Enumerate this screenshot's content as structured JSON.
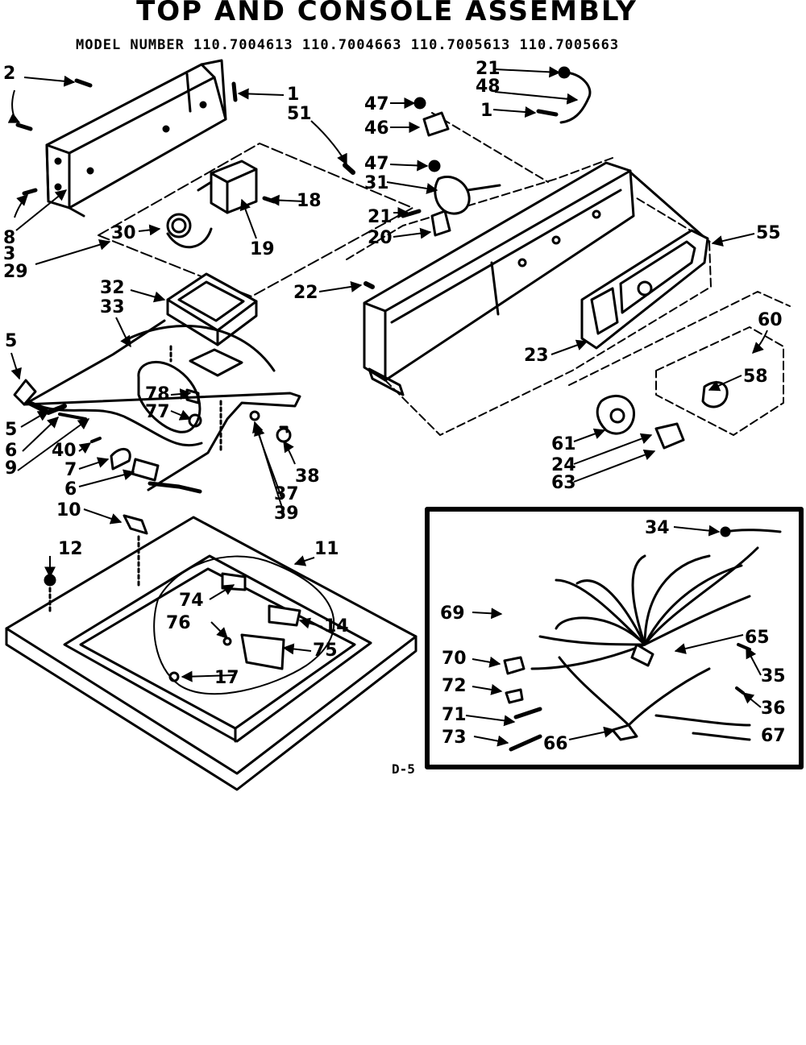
{
  "header": {
    "title": "TOP AND CONSOLE ASSEMBLY",
    "models": "MODEL NUMBER 110.7004613 110.7004663 110.7005613 110.7005663"
  },
  "page_ref": "D-5",
  "callouts": {
    "c1a": "1",
    "c2": "2",
    "c51": "51",
    "c18": "18",
    "c19": "19",
    "c30": "30",
    "c8": "8",
    "c3": "3",
    "c29": "29",
    "c32": "32",
    "c33": "33",
    "c5a": "5",
    "c5b": "5",
    "c6a": "6",
    "c9": "9",
    "c40": "40",
    "c7": "7",
    "c6b": "6",
    "c10": "10",
    "c78": "78",
    "c77": "77",
    "c38": "38",
    "c37": "37",
    "c39": "39",
    "c12": "12",
    "c11": "11",
    "c74": "74",
    "c76": "76",
    "c14": "14",
    "c75": "75",
    "c17": "17",
    "c21a": "21",
    "c48": "48",
    "c1b": "1",
    "c47a": "47",
    "c46": "46",
    "c47b": "47",
    "c31": "31",
    "c21b": "21",
    "c20": "20",
    "c22": "22",
    "c55": "55",
    "c60": "60",
    "c58": "58",
    "c23": "23",
    "c61": "61",
    "c24": "24",
    "c63": "63",
    "c34": "34",
    "c69": "69",
    "c65": "65",
    "c70": "70",
    "c72": "72",
    "c35": "35",
    "c36": "36",
    "c71": "71",
    "c73": "73",
    "c66": "66",
    "c67": "67"
  }
}
